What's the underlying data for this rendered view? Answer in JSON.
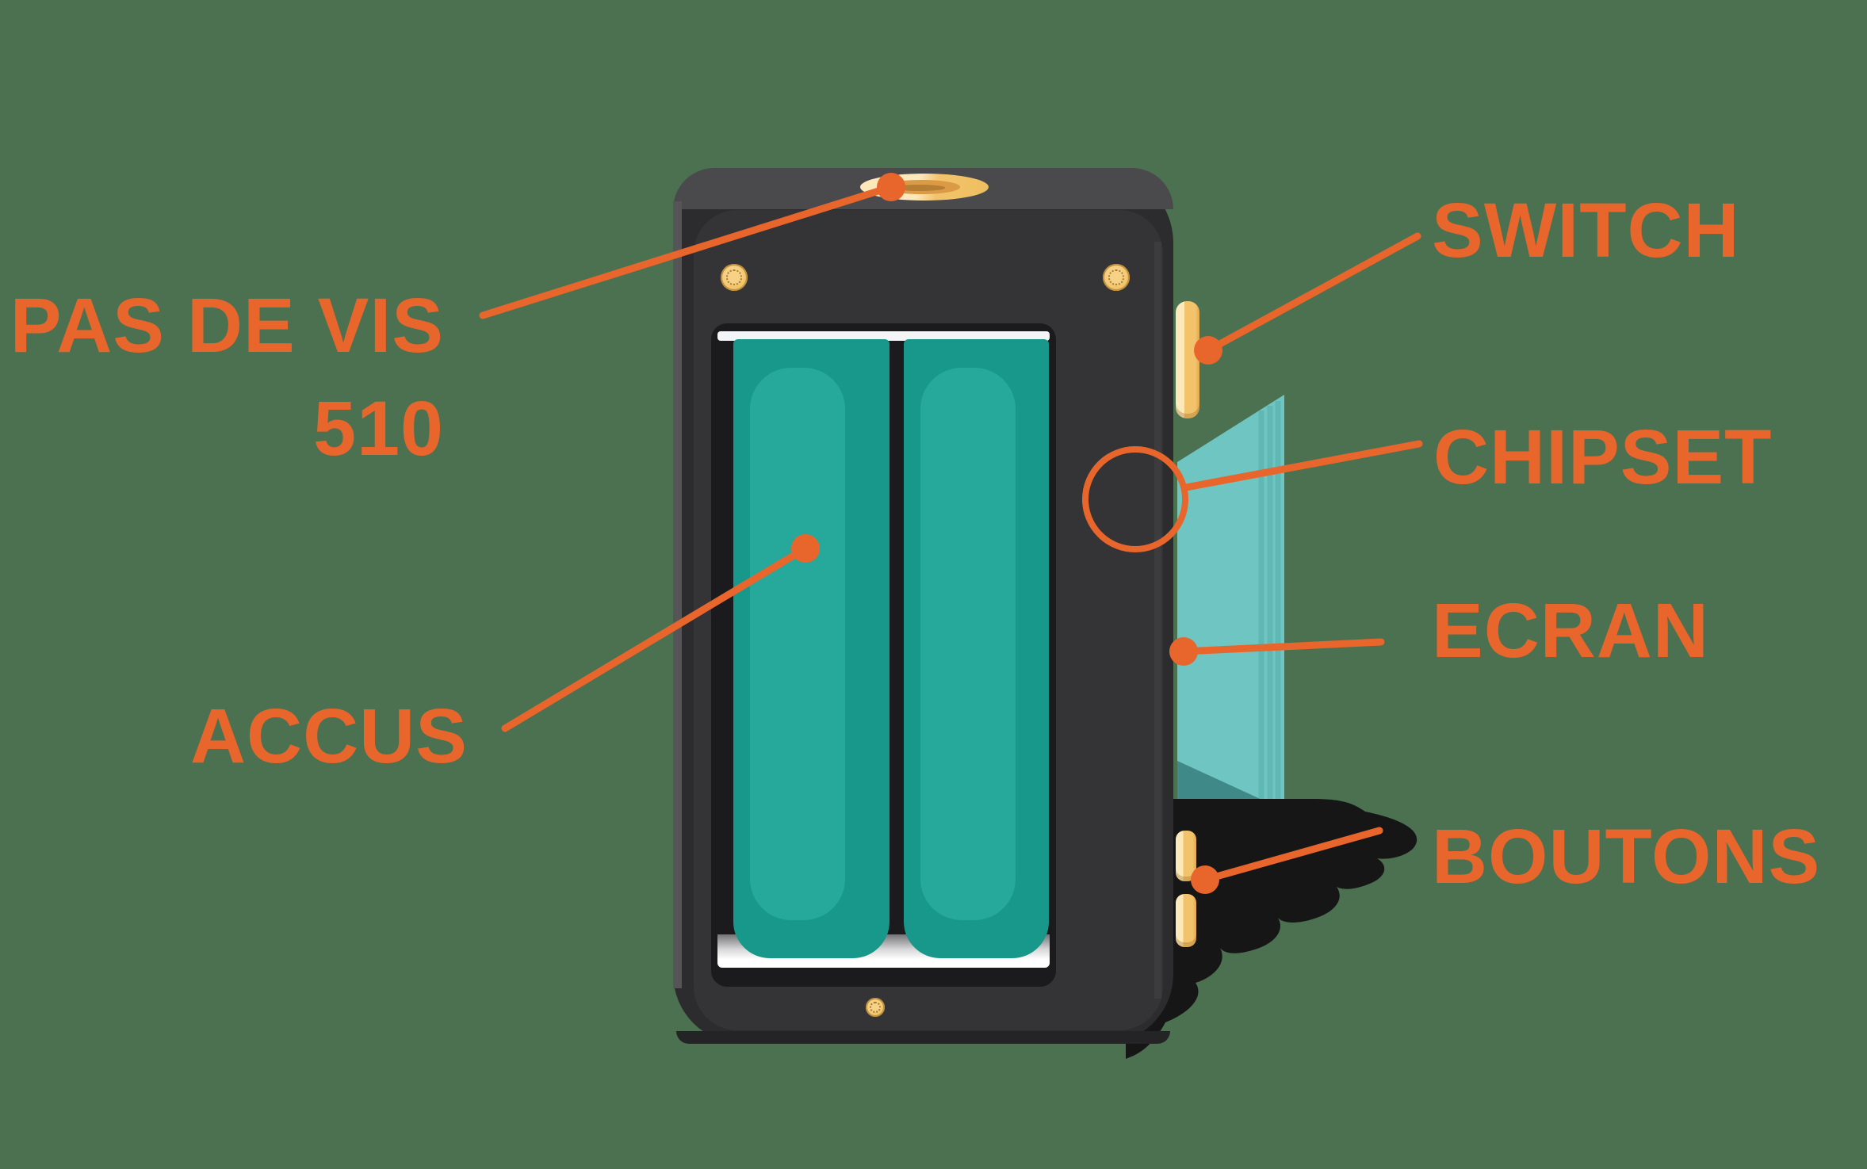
{
  "diagram": {
    "subject": "box-mod-vape-device-anatomy",
    "labels": {
      "connector_510": {
        "line1": "PAS DE VIS",
        "line2": "510"
      },
      "batteries": {
        "text": "ACCUS"
      },
      "switch": {
        "text": "SWITCH"
      },
      "chipset": {
        "text": "CHIPSET"
      },
      "screen": {
        "text": "ECRAN"
      },
      "buttons": {
        "text": "BOUTONS"
      }
    },
    "colors": {
      "background": "#4B7150",
      "accent_orange": "#E8662C",
      "device_body": "#2C2C2E",
      "device_body_highlight": "#4A4A4C",
      "device_face": "#343336",
      "compartment": "#1B1B1D",
      "battery_teal": "#18988A",
      "battery_teal_light": "#26A89A",
      "screen_teal": "#6FC5C1",
      "screen_teal_dark": "#3F8A89",
      "gold": "#F2C36B",
      "gold_light": "#FBE8BB",
      "gold_dark": "#DB9B46",
      "white_tray": "#F3F5F6",
      "shadow_black": "#161616"
    }
  }
}
